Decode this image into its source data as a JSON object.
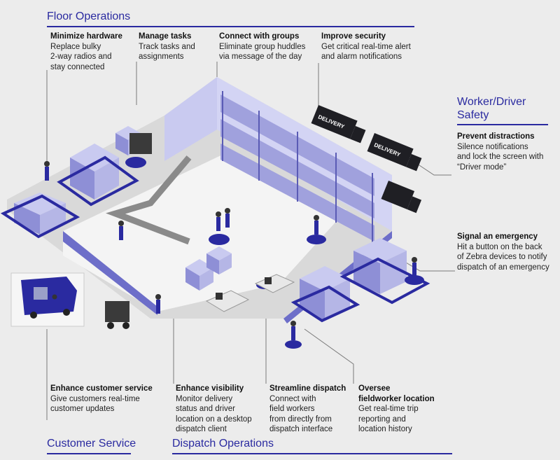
{
  "sections": {
    "floor": "Floor Operations",
    "worker": "Worker/Driver\nSafety",
    "customer": "Customer Service",
    "dispatch": "Dispatch Operations"
  },
  "callouts": {
    "minimize": {
      "title": "Minimize hardware",
      "body": "Replace bulky\n2-way radios and\nstay connected"
    },
    "tasks": {
      "title": "Manage tasks",
      "body": "Track tasks and\nassignments"
    },
    "groups": {
      "title": "Connect with groups",
      "body": "Eliminate group huddles\nvia message of the day"
    },
    "security": {
      "title": "Improve security",
      "body": "Get critical real-time alert\nand alarm notifications"
    },
    "distractions": {
      "title": "Prevent distractions",
      "body": "Silence notifications\nand lock the screen with\n“Driver mode”"
    },
    "emergency": {
      "title": "Signal an emergency",
      "body": "Hit a button on the back\nof Zebra devices to notify\ndispatch of an emergency"
    },
    "customer": {
      "title": "Enhance customer service",
      "body": "Give customers real-time\ncustomer updates"
    },
    "visibility": {
      "title": "Enhance visibility",
      "body": "Monitor delivery\nstatus and driver\nlocation on a desktop\ndispatch client"
    },
    "dispatch": {
      "title": "Streamline dispatch",
      "body": "Connect with\nfield workers\nfrom directly from\ndispatch interface"
    },
    "oversee": {
      "title": "Oversee\nfieldworker location",
      "body": "Get real-time trip\nreporting and\nlocation history"
    }
  },
  "truck_label": "DELIVERY",
  "colors": {
    "accent": "#2a2aa0",
    "box": "#b5b6e6",
    "box_side": "#8e8fd6",
    "wall": "#d3d4f4",
    "truck": "#1f1f24"
  }
}
